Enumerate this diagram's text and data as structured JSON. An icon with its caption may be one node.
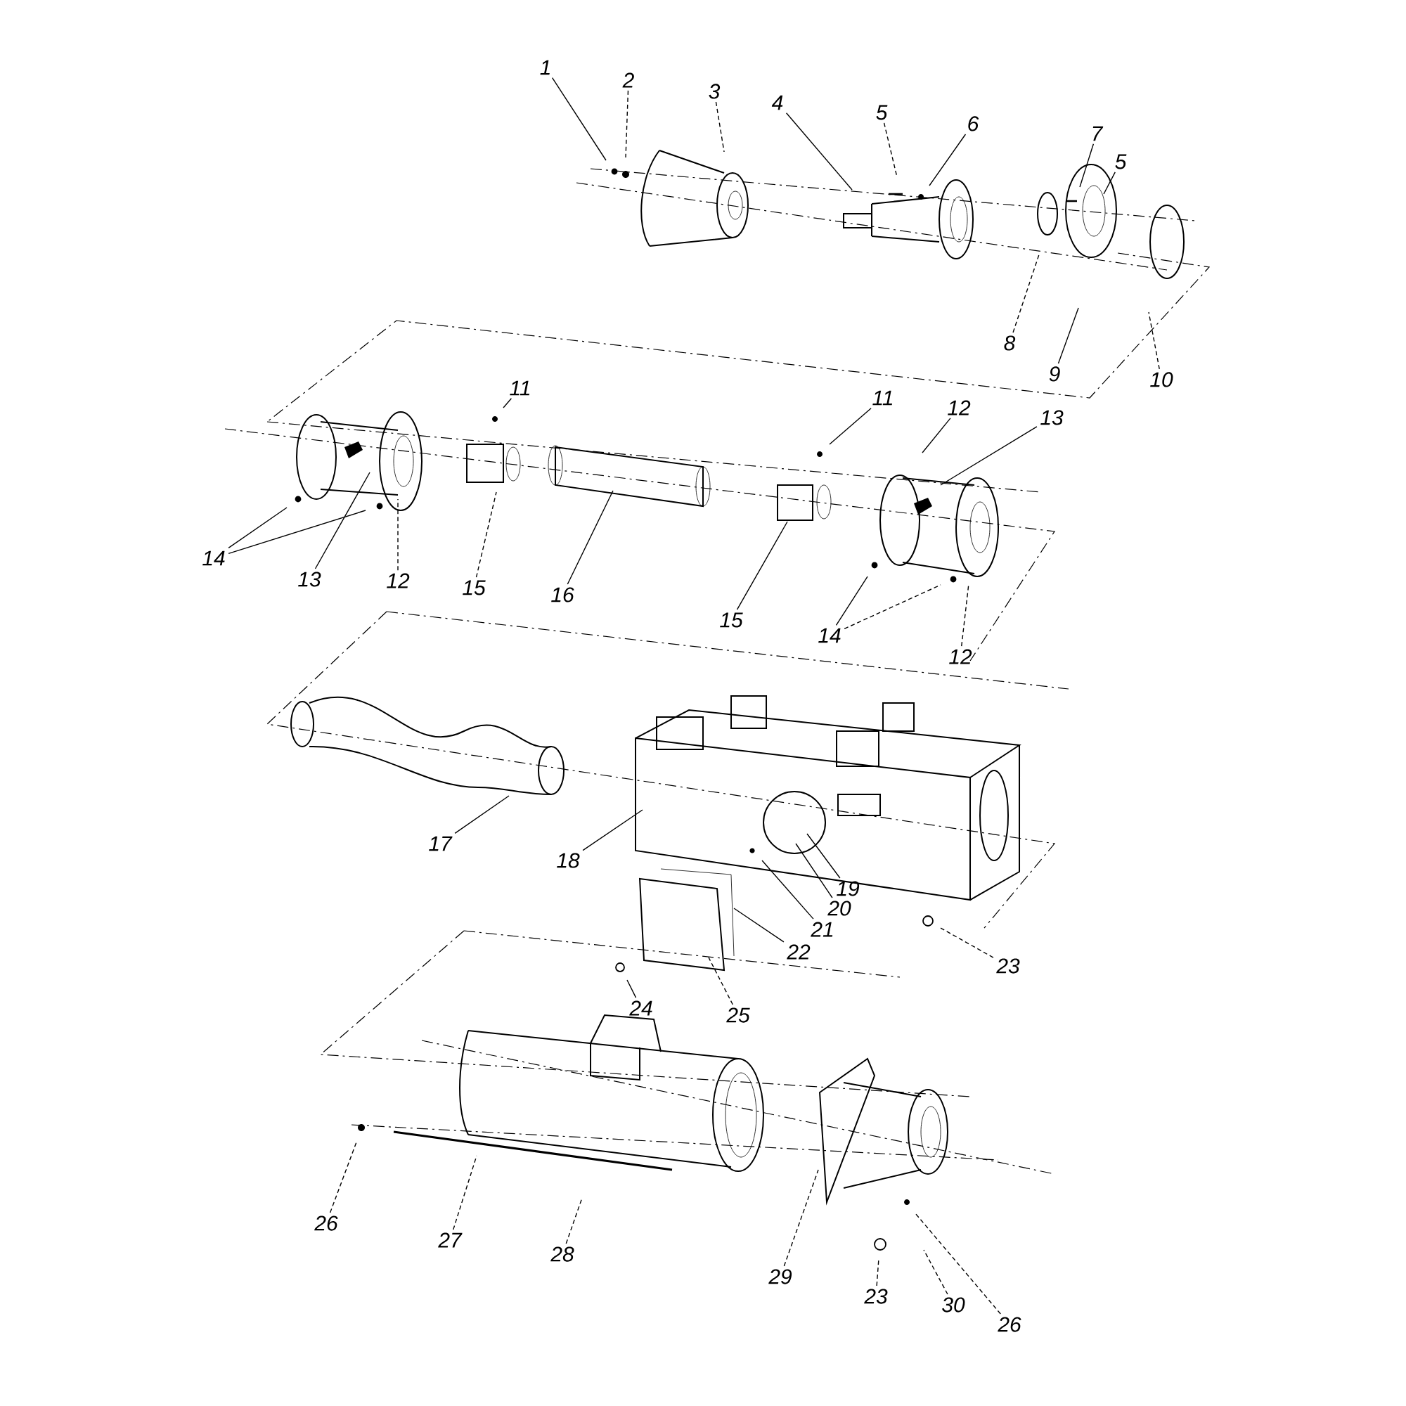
{
  "diagram": {
    "nodes": [
      {
        "text": [
          "1"
        ]
      },
      {
        "text": [
          "2"
        ]
      },
      {
        "text": [
          "3"
        ]
      },
      {
        "text": [
          "4"
        ]
      },
      {
        "text": [
          "5"
        ]
      },
      {
        "text": [
          "6"
        ]
      },
      {
        "text": [
          "7"
        ]
      },
      {
        "text": [
          "5"
        ]
      },
      {
        "text": [
          "8"
        ]
      },
      {
        "text": [
          "9"
        ]
      },
      {
        "text": [
          "10"
        ]
      },
      {
        "text": [
          "11"
        ]
      },
      {
        "text": [
          "11"
        ]
      },
      {
        "text": [
          "12"
        ]
      },
      {
        "text": [
          "13"
        ]
      },
      {
        "text": [
          "14"
        ]
      },
      {
        "text": [
          "13"
        ]
      },
      {
        "text": [
          "12"
        ]
      },
      {
        "text": [
          "15"
        ]
      },
      {
        "text": [
          "16"
        ]
      },
      {
        "text": [
          "15"
        ]
      },
      {
        "text": [
          "14"
        ]
      },
      {
        "text": [
          "12"
        ]
      },
      {
        "text": [
          "17"
        ]
      },
      {
        "text": [
          "18"
        ]
      },
      {
        "text": [
          "19"
        ]
      },
      {
        "text": [
          "20"
        ]
      },
      {
        "text": [
          "21"
        ]
      },
      {
        "text": [
          "22"
        ]
      },
      {
        "text": [
          "23"
        ]
      },
      {
        "text": [
          "24"
        ]
      },
      {
        "text": [
          "25"
        ]
      },
      {
        "text": [
          "26"
        ]
      },
      {
        "text": [
          "27"
        ]
      },
      {
        "text": [
          "28"
        ]
      },
      {
        "text": [
          "29"
        ]
      },
      {
        "text": [
          "23"
        ]
      },
      {
        "text": [
          "30"
        ]
      },
      {
        "text": [
          "26"
        ]
      }
    ],
    "edges": [
      {
        "from": 0,
        "to": null,
        "arrow": "none"
      },
      {
        "from": 1,
        "to": null,
        "arrow": "none",
        "style": "dashed"
      },
      {
        "from": 2,
        "to": null,
        "arrow": "none",
        "style": "dashed"
      },
      {
        "from": 3,
        "to": null,
        "arrow": "none"
      },
      {
        "from": 4,
        "to": null,
        "arrow": "none",
        "style": "dashed"
      },
      {
        "from": 5,
        "to": null,
        "arrow": "none"
      },
      {
        "from": 6,
        "to": null,
        "arrow": "none"
      },
      {
        "from": 7,
        "to": null,
        "arrow": "none"
      },
      {
        "from": 8,
        "to": null,
        "arrow": "none",
        "style": "dashed"
      },
      {
        "from": 9,
        "to": null,
        "arrow": "none"
      },
      {
        "from": 10,
        "to": null,
        "arrow": "none",
        "style": "dashed"
      },
      {
        "from": 11,
        "to": null,
        "arrow": "none"
      },
      {
        "from": 12,
        "to": null,
        "arrow": "none"
      },
      {
        "from": 13,
        "to": null,
        "arrow": "none"
      },
      {
        "from": 14,
        "to": null,
        "arrow": "none"
      },
      {
        "from": 15,
        "to": null,
        "arrow": "none"
      },
      {
        "from": 15,
        "to": null,
        "arrow": "none"
      },
      {
        "from": 16,
        "to": null,
        "arrow": "none"
      },
      {
        "from": 17,
        "to": null,
        "arrow": "none",
        "style": "dashed"
      },
      {
        "from": 18,
        "to": null,
        "arrow": "none",
        "style": "dashed"
      },
      {
        "from": 19,
        "to": null,
        "arrow": "none"
      },
      {
        "from": 20,
        "to": null,
        "arrow": "none"
      },
      {
        "from": 21,
        "to": null,
        "arrow": "none"
      },
      {
        "from": 21,
        "to": null,
        "arrow": "none",
        "style": "dashed"
      },
      {
        "from": 22,
        "to": null,
        "arrow": "none",
        "style": "dashed"
      },
      {
        "from": 23,
        "to": null,
        "arrow": "none"
      },
      {
        "from": 24,
        "to": null,
        "arrow": "none"
      },
      {
        "from": 25,
        "to": null,
        "arrow": "none"
      },
      {
        "from": 26,
        "to": null,
        "arrow": "none"
      },
      {
        "from": 27,
        "to": null,
        "arrow": "none"
      },
      {
        "from": 28,
        "to": null,
        "arrow": "none"
      },
      {
        "from": 29,
        "to": null,
        "arrow": "none",
        "style": "dashed"
      },
      {
        "from": 30,
        "to": null,
        "arrow": "none"
      },
      {
        "from": 31,
        "to": null,
        "arrow": "none",
        "style": "dashed"
      },
      {
        "from": 32,
        "to": null,
        "arrow": "none",
        "style": "dashed"
      },
      {
        "from": 33,
        "to": null,
        "arrow": "none",
        "style": "dashed"
      },
      {
        "from": 34,
        "to": null,
        "arrow": "none",
        "style": "dashed"
      },
      {
        "from": 35,
        "to": null,
        "arrow": "none",
        "style": "dashed"
      },
      {
        "from": 36,
        "to": null,
        "arrow": "none",
        "style": "dashed"
      },
      {
        "from": 37,
        "to": null,
        "arrow": "none",
        "style": "dashed"
      },
      {
        "from": 38,
        "to": null,
        "arrow": "none",
        "style": "dashed"
      }
    ]
  }
}
